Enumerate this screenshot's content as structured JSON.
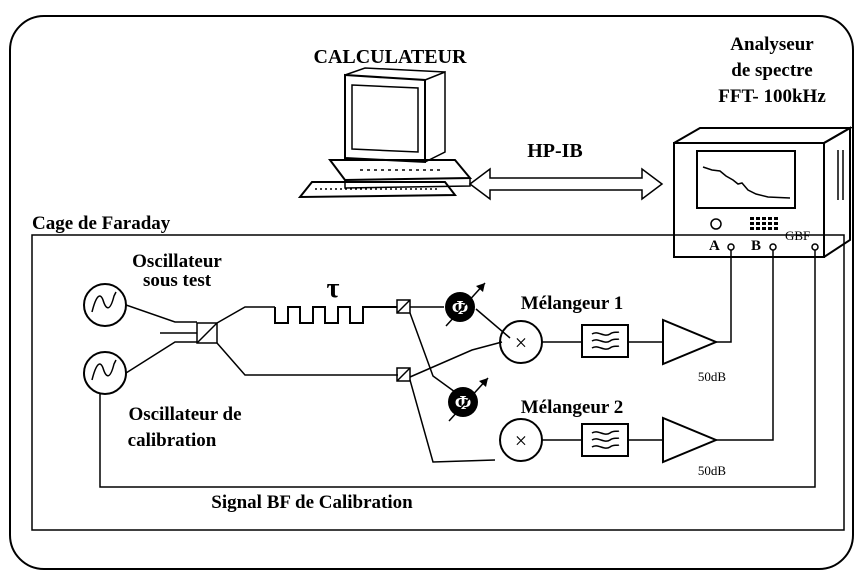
{
  "labels": {
    "computer": "CALCULATEUR",
    "analyzer_line1": "Analyseur",
    "analyzer_line2": "de spectre",
    "analyzer_line3": "FFT- 100kHz",
    "bus": "HP-IB",
    "faraday": "Cage de Faraday",
    "osc_test_line1": "Oscillateur",
    "osc_test_line2": "sous test",
    "osc_cal_line1": "Oscillateur de",
    "osc_cal_line2": "calibration",
    "delay": "τ",
    "mixer1": "Mélangeur 1",
    "mixer2": "Mélangeur 2",
    "phase_symbol": "Φ",
    "mixer_symbol": "×",
    "amp1_gain": "50dB",
    "amp2_gain": "50dB",
    "port_a": "A",
    "port_b": "B",
    "port_gbf": "GBF",
    "cal_signal": "Signal BF de Calibration"
  }
}
